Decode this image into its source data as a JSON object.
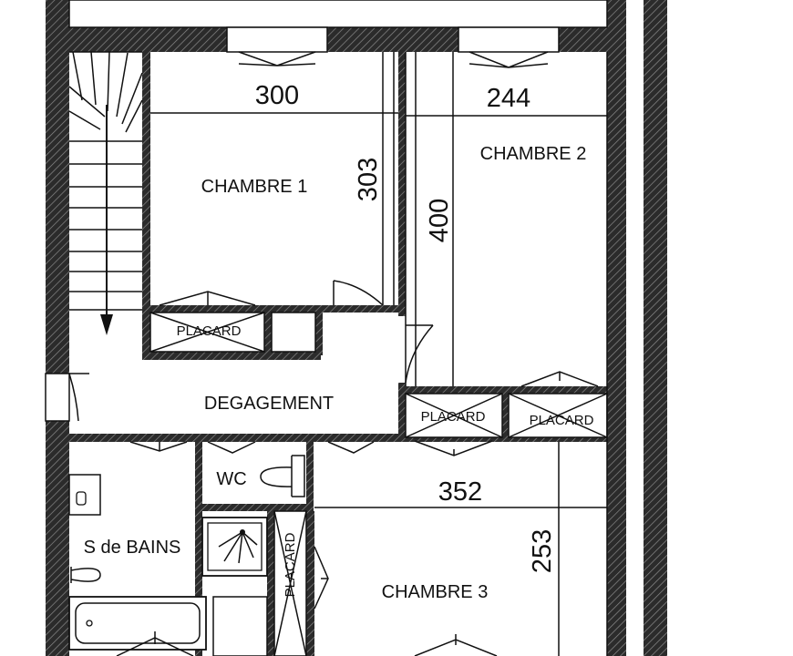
{
  "labels": {
    "chambre1": "CHAMBRE 1",
    "chambre2": "CHAMBRE 2",
    "chambre3": "CHAMBRE 3",
    "degagement": "DEGAGEMENT",
    "wc": "WC",
    "sdb": "S de BAINS",
    "placard_c1": "PLACARD",
    "placard_c2a": "PLACARD",
    "placard_c2b": "PLACARD",
    "placard_c3": "PLACARD"
  },
  "dimensions": {
    "c1_width": "300",
    "c1_depth": "303",
    "c2_width": "244",
    "c2_depth": "400",
    "c3_width": "352",
    "c3_depth": "253"
  },
  "colors": {
    "wall_fill": "#2b2b2b",
    "line": "#111111",
    "background": "#ffffff"
  }
}
